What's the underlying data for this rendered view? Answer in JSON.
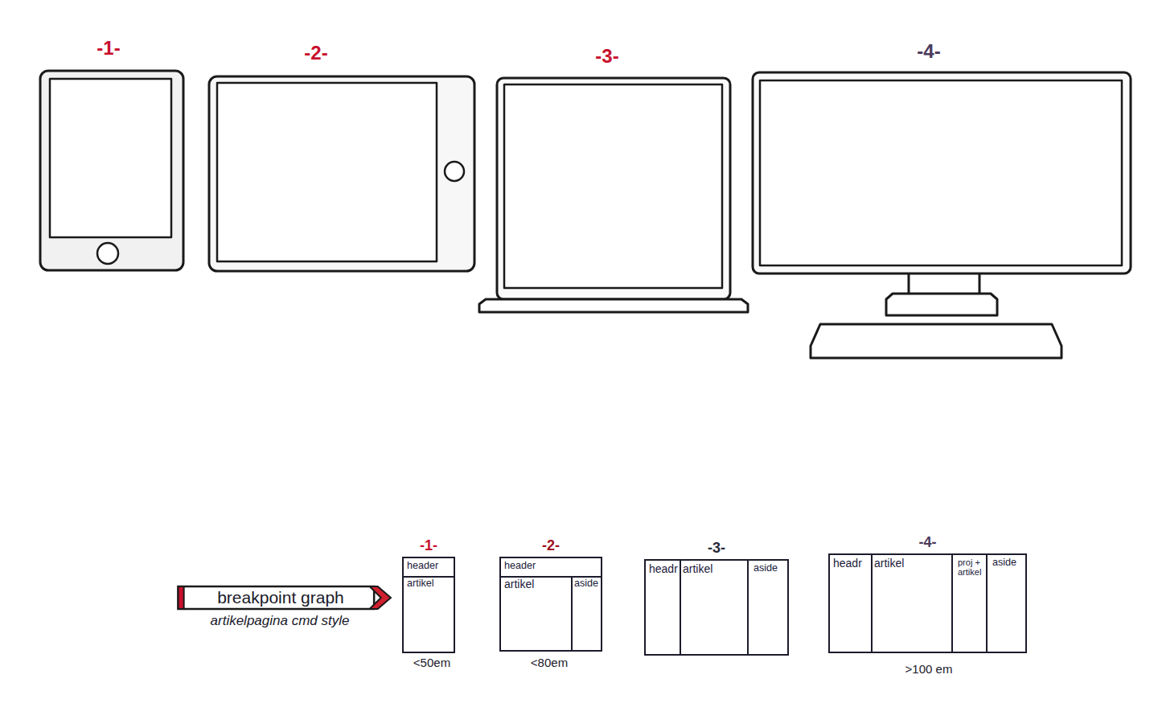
{
  "diagram": {
    "nodes": [
      {
        "text": [
          "breakpoint graph"
        ]
      },
      {
        "text": [
          "-1-"
        ]
      },
      {
        "text": [
          "header"
        ],
        "in": 1
      },
      {
        "text": [
          "artikel"
        ],
        "in": 1
      },
      {
        "text": [
          "-2-"
        ]
      },
      {
        "text": [
          "header"
        ],
        "in": 4
      },
      {
        "text": [
          "artikel"
        ],
        "in": 4
      },
      {
        "text": [
          "aside"
        ],
        "in": 4
      },
      {
        "text": [
          "-3-"
        ]
      },
      {
        "text": [
          "headr"
        ],
        "in": 8
      },
      {
        "text": [
          "artikel"
        ],
        "in": 8
      },
      {
        "text": [
          "aside"
        ],
        "in": 8
      },
      {
        "text": [
          "-4-"
        ]
      },
      {
        "text": [
          "headr"
        ],
        "in": 12
      },
      {
        "text": [
          "artikel"
        ],
        "in": 12
      },
      {
        "text": [
          "proj + artikel"
        ],
        "in": 12
      },
      {
        "text": [
          "aside"
        ],
        "in": 12
      }
    ],
    "labels": [
      "-1-",
      "-2-",
      "-3-",
      "-4-",
      "artikelpagina cmd style",
      "<50em",
      "<80em",
      ">100 em"
    ]
  }
}
